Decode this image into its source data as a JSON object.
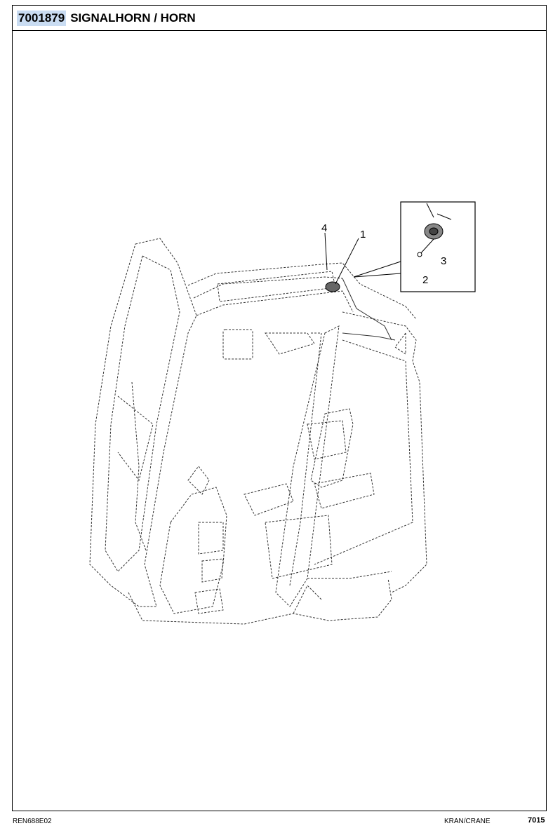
{
  "header": {
    "part_number": "7001879",
    "title": "SIGNALHORN / HORN"
  },
  "callouts": [
    "1",
    "2",
    "3",
    "4"
  ],
  "footer": {
    "drawing_ref": "REN688E02",
    "section": "KRAN/CRANE",
    "page": "7015"
  }
}
